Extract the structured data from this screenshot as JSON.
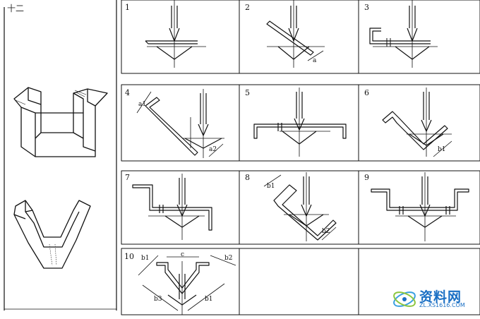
{
  "header_label": "十二",
  "panels": [
    {
      "number": "1"
    },
    {
      "number": "2",
      "dims": [
        "a"
      ]
    },
    {
      "number": "3"
    },
    {
      "number": "4",
      "dims": [
        "a1",
        "a2"
      ]
    },
    {
      "number": "5"
    },
    {
      "number": "6",
      "dims": [
        "b1"
      ]
    },
    {
      "number": "7"
    },
    {
      "number": "8",
      "dims": [
        "b1",
        "b2"
      ]
    },
    {
      "number": "9"
    },
    {
      "number": "10",
      "dims": [
        "b1",
        "c",
        "b2",
        "b3",
        "b1"
      ]
    }
  ],
  "watermark": {
    "brand": "资料网",
    "url": "ZL.XS1616.COM"
  }
}
